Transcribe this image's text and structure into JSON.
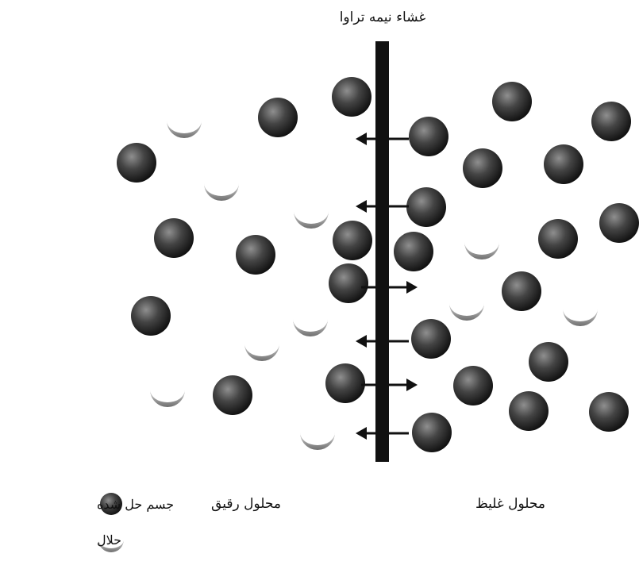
{
  "title": "غشاء نیمه تراوا",
  "labels": {
    "left_solution": "محلول رقیق",
    "right_solution": "محلول غلیظ"
  },
  "legend": [
    {
      "symbol": "solute-ball",
      "label": "جسم حل شده"
    },
    {
      "symbol": "solvent-crescent",
      "label": "حلال"
    }
  ],
  "colors": {
    "membrane": "#111111",
    "solute_dark": "#1a1a1a",
    "solute_light": "#9a9a9a"
  }
}
